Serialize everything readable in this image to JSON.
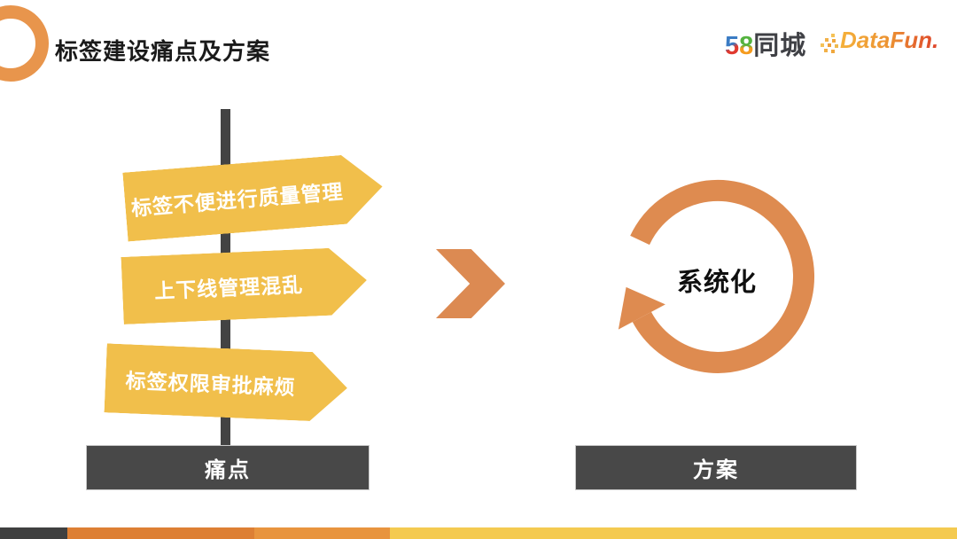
{
  "slide": {
    "title": "标签建设痛点及方案",
    "pain_points": [
      "标签不便进行质量管理",
      "上下线管理混乱",
      "标签权限审批麻烦"
    ],
    "pain_label": "痛点",
    "solution_label": "方案",
    "solution_core": "系统化",
    "logos": {
      "tc58_5": "5",
      "tc58_8": "8",
      "tc58_name": "同城",
      "datafun": "DataFun."
    },
    "colors": {
      "accent_orange": "#DE8B50",
      "banner_yellow": "#F1BF4B",
      "ring_orange": "#E8954C",
      "pole_dark_gray": "#434343",
      "bar_dark_gray": "#484848",
      "stripe_dark": "#3F4040",
      "stripe_orange": "#DD7F34",
      "stripe_light_orange": "#E8943E",
      "stripe_yellow": "#F4CA50"
    }
  }
}
